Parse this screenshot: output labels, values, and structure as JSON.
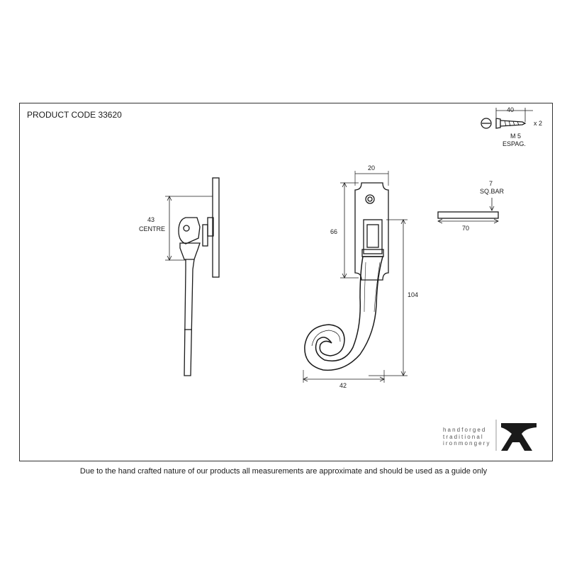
{
  "header": {
    "product_code": "PRODUCT CODE 33620"
  },
  "screw": {
    "length_label": "40",
    "quantity_label": "x 2",
    "size_label": "M 5",
    "type_label": "ESPAG."
  },
  "side_view": {
    "dim_label_value": "43",
    "dim_label_text": "CENTRE"
  },
  "front_view": {
    "width_label": "20",
    "plate_height_label": "66",
    "total_height_label": "104",
    "curl_width_label": "42"
  },
  "bar": {
    "size_label": "7",
    "type_label": "SQ.BAR",
    "length_label": "70"
  },
  "brand": {
    "line1": "handforged",
    "line2": "traditional",
    "line3": "ironmongery"
  },
  "footer": {
    "disclaimer": "Due to the hand crafted nature of our products all measurements are approximate and should be used as a guide only"
  },
  "colors": {
    "line": "#1a1a1a",
    "brand_text": "#555555"
  }
}
